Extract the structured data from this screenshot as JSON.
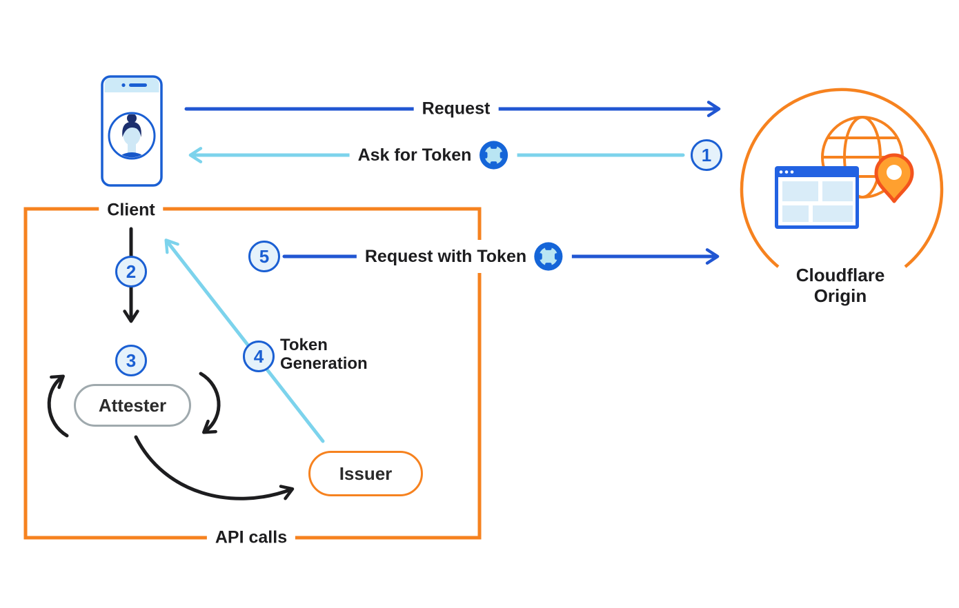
{
  "diagram": {
    "client": {
      "label": "Client"
    },
    "origin": {
      "label_line1": "Cloudflare",
      "label_line2": "Origin"
    },
    "attester": {
      "label": "Attester"
    },
    "issuer": {
      "label": "Issuer"
    },
    "box_label": "API calls",
    "arrows": {
      "request": "Request",
      "ask_for_token": "Ask for Token",
      "request_with_token": "Request with Token",
      "token_generation_line1": "Token",
      "token_generation_line2": "Generation"
    },
    "steps": [
      "1",
      "2",
      "3",
      "4",
      "5"
    ]
  },
  "colors": {
    "accent_blue": "#1a5fd3",
    "dark_blue_arrow": "#2156d2",
    "light_blue_arrow": "#7cd3ec",
    "orange": "#f6821f",
    "badge_fill": "#e5f2fb",
    "attester_border_gray": "#9fa9ad",
    "text_black": "#1d1d1f",
    "panel_light_blue": "#d9ecf8"
  },
  "icons": {
    "phone": "phone-icon",
    "avatar": "user-avatar-icon",
    "token": "token-icon",
    "globe": "globe-icon",
    "browser": "browser-window-icon",
    "pin": "location-pin-icon"
  }
}
